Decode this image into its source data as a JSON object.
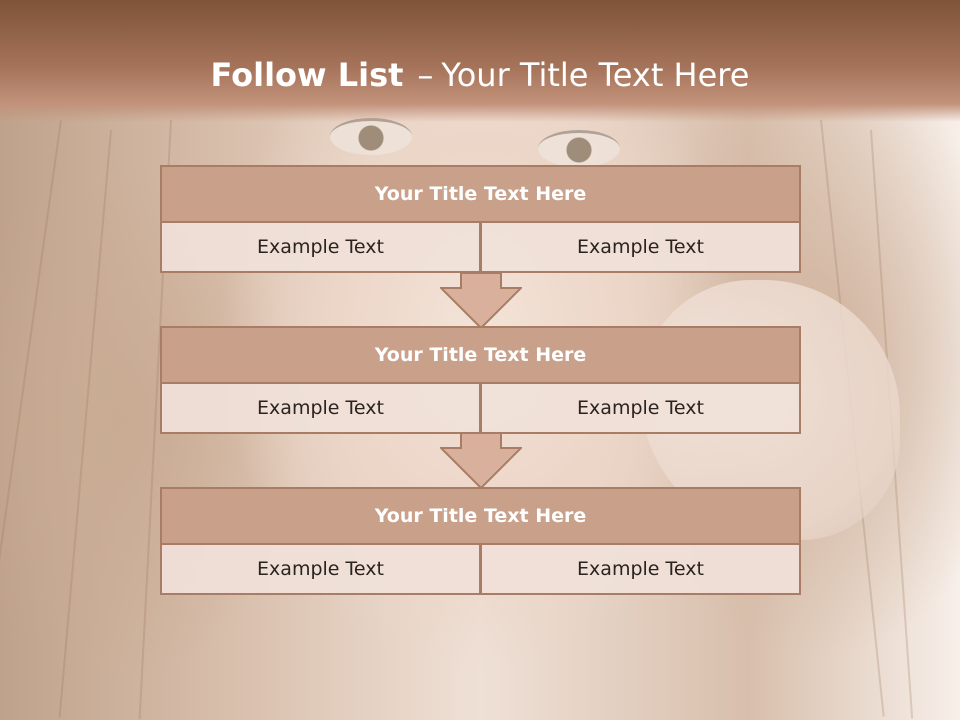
{
  "header": {
    "title_bold": "Follow List",
    "title_dash": "–",
    "title_rest": "Your Title Text Here"
  },
  "steps": [
    {
      "title": "Your Title Text Here",
      "left": "Example Text",
      "right": "Example Text"
    },
    {
      "title": "Your Title Text Here",
      "left": "Example Text",
      "right": "Example Text"
    },
    {
      "title": "Your Title Text Here",
      "left": "Example Text",
      "right": "Example Text"
    }
  ],
  "colors": {
    "header_brown": "#7e5439",
    "box_title_fill": "#c9a08a",
    "box_border": "#a97d65",
    "cell_fill": "#f0e1d9",
    "arrow_fill": "#d9b09b"
  }
}
